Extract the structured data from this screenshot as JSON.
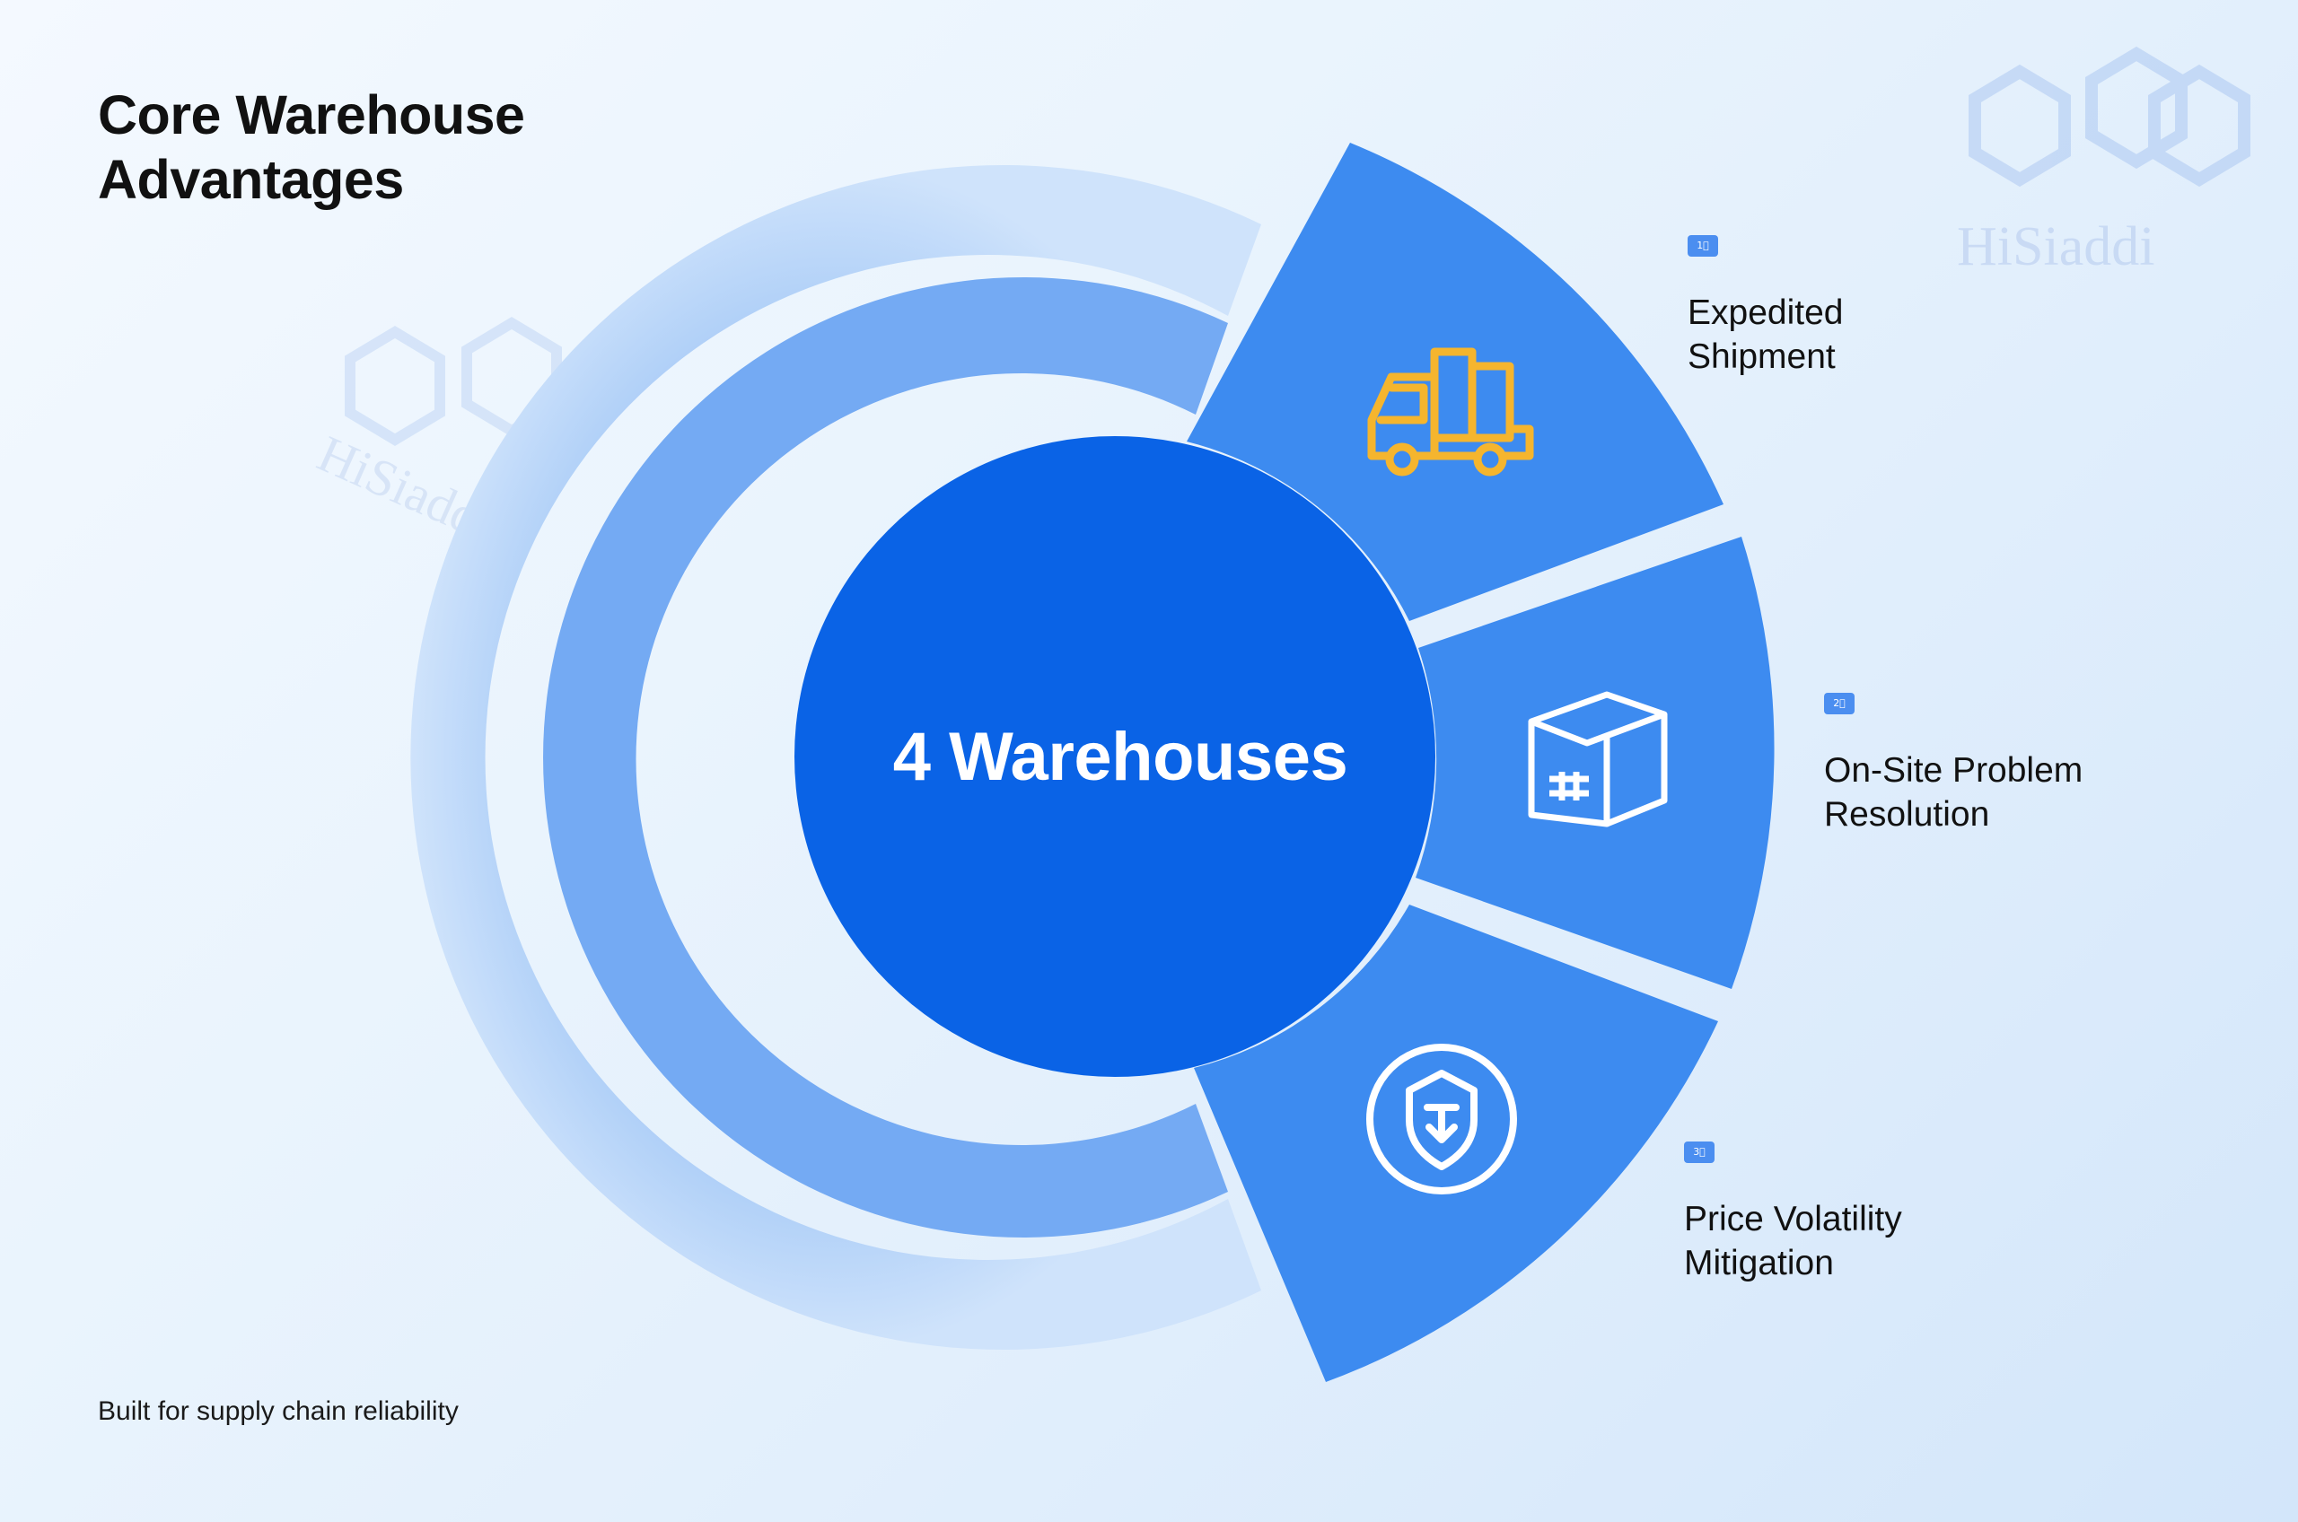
{
  "title": {
    "line1": "Core Warehouse",
    "line2": "Advantages"
  },
  "center": {
    "label": "4 Warehouses"
  },
  "features": [
    {
      "tag": "1⃣",
      "line1": "Expedited",
      "line2": "Shipment",
      "icon": "truck-icon"
    },
    {
      "tag": "2⃣",
      "line1": "On-Site Problem",
      "line2": "Resolution",
      "icon": "box-icon"
    },
    {
      "tag": "3⃣",
      "line1": "Price Volatility",
      "line2": "Mitigation",
      "icon": "shield-icon"
    }
  ],
  "footer": {
    "note": "Built for supply chain reliability"
  },
  "watermark": "HiSiaddi",
  "colors": {
    "center": "#0a63e6",
    "segment": "#3d8bf0",
    "inner_ring": "#74aaf3",
    "outer_ring": "#b5d3f8",
    "truck_icon": "#f5b52e",
    "icon_white": "#ffffff"
  }
}
